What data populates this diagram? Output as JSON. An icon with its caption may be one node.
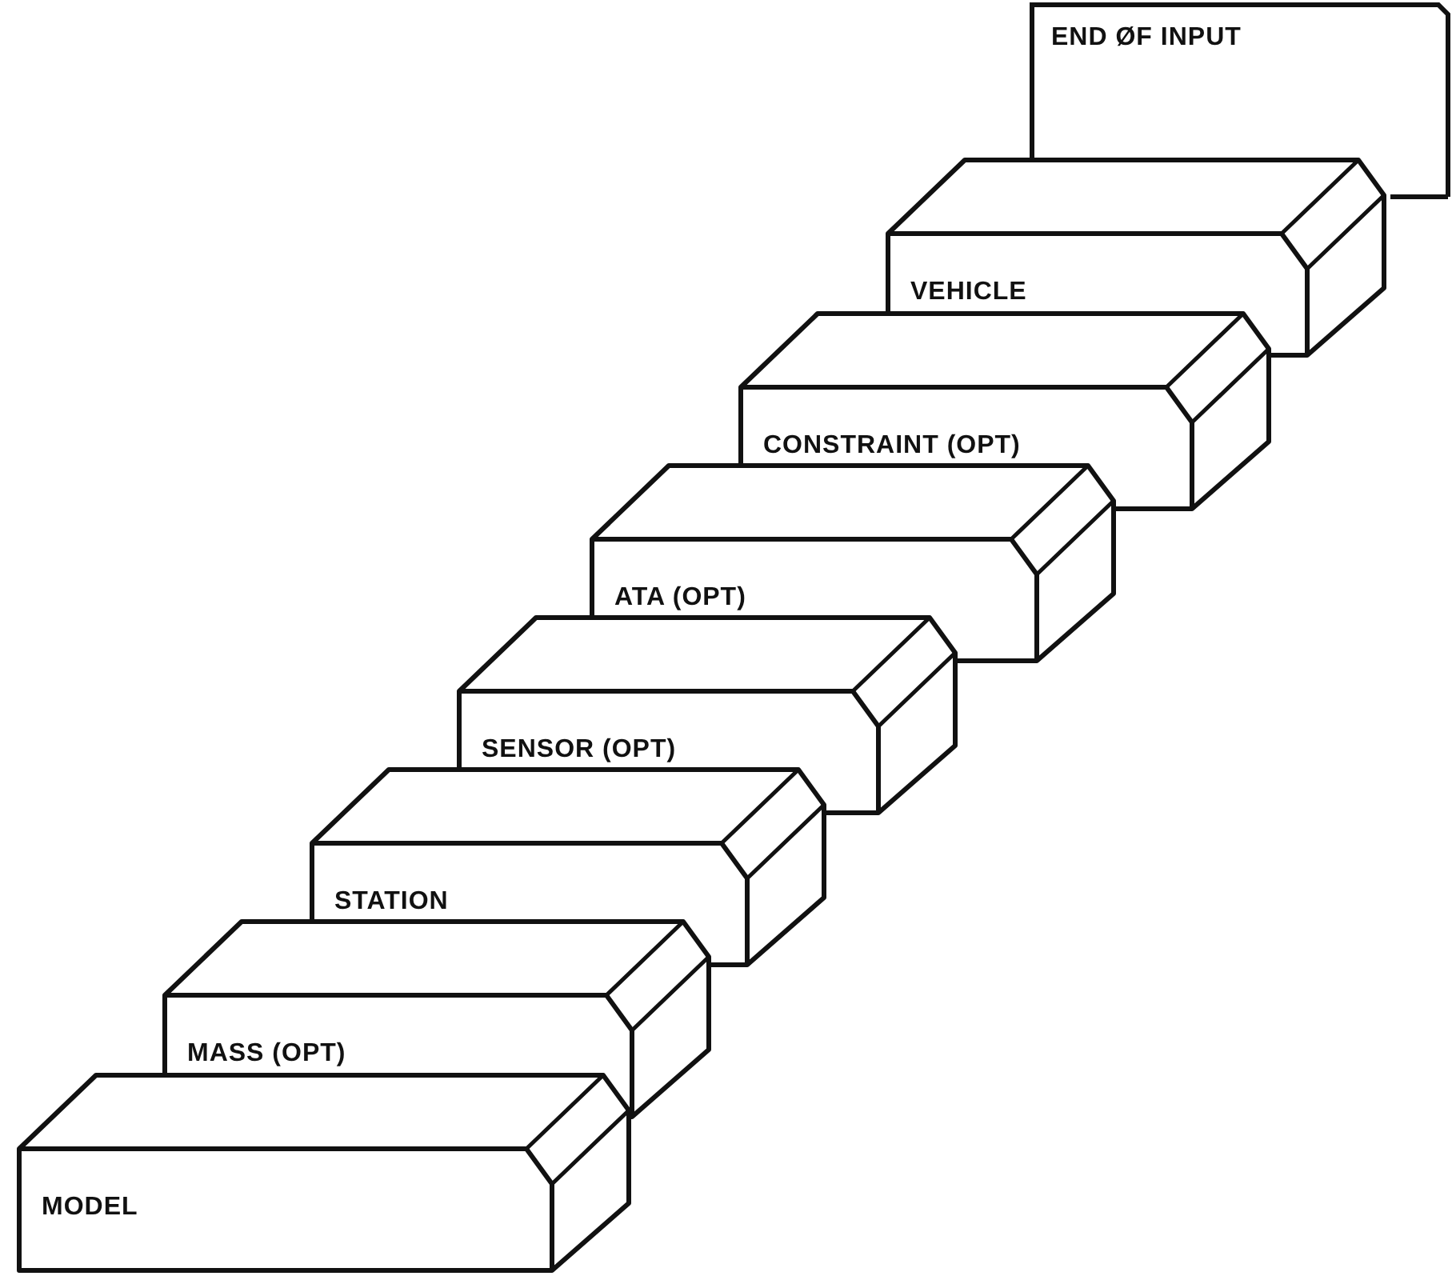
{
  "diagram": {
    "nodes": [
      {
        "text": [
          "END ØF INPUT"
        ]
      },
      {
        "text": [
          "VEHICLE"
        ]
      },
      {
        "text": [
          "CONSTRAINT (OPT)"
        ]
      },
      {
        "text": [
          "ATA (OPT)"
        ]
      },
      {
        "text": [
          "SENSOR (OPT)"
        ]
      },
      {
        "text": [
          "STATION"
        ]
      },
      {
        "text": [
          "MASS (OPT)"
        ]
      },
      {
        "text": [
          "MODEL"
        ]
      }
    ]
  }
}
